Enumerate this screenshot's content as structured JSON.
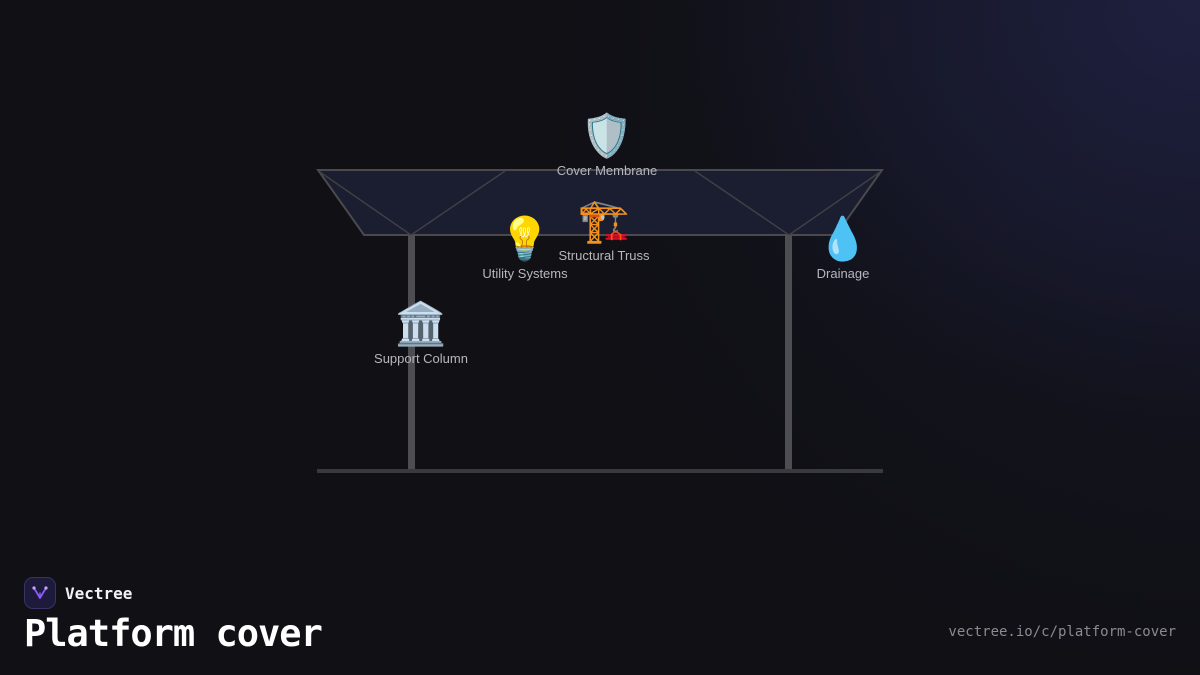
{
  "diagram": {
    "parts": [
      {
        "id": "cover-membrane",
        "label": "Cover Membrane",
        "emoji": "🛡️"
      },
      {
        "id": "structural-truss",
        "label": "Structural Truss",
        "emoji": "🏗️"
      },
      {
        "id": "utility-systems",
        "label": "Utility Systems",
        "emoji": "💡"
      },
      {
        "id": "drainage",
        "label": "Drainage",
        "emoji": "💧"
      },
      {
        "id": "support-column",
        "label": "Support Column",
        "emoji": "🏛️"
      }
    ]
  },
  "footer": {
    "brand": "Vectree",
    "title": "Platform cover",
    "url": "vectree.io/c/platform-cover"
  },
  "colors": {
    "background": "#101015",
    "roof_fill": "#1a1e30",
    "stroke": "#4a4a4e",
    "accent": "#8b5cf6"
  }
}
